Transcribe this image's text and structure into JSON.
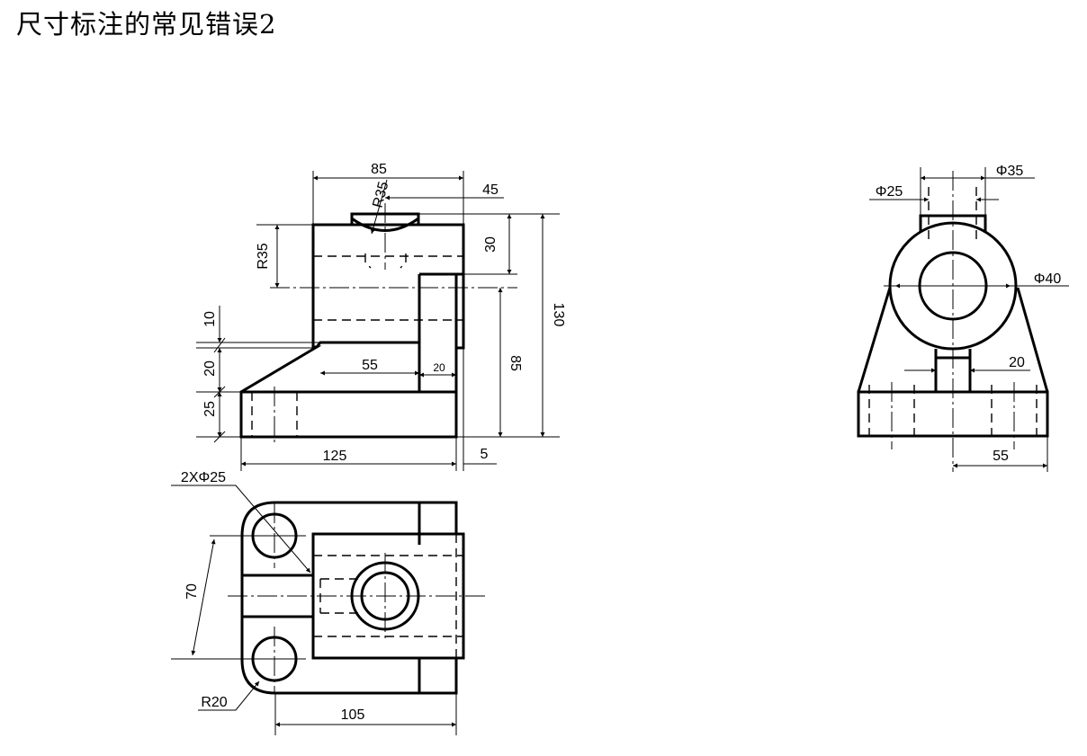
{
  "title": "尺寸标注的常见错误2",
  "front_view": {
    "d85": "85",
    "r35_top": "R35",
    "d45": "45",
    "d30": "30",
    "d130": "130",
    "r35_left": "R35",
    "d10": "10",
    "d20_left": "20",
    "d25": "25",
    "d55": "55",
    "d20_small": "20",
    "d85_right": "85",
    "d125": "125",
    "d5": "5"
  },
  "side_view": {
    "phi35": "Φ35",
    "phi25": "Φ25",
    "phi40": "Φ40",
    "d20": "20",
    "d55": "55"
  },
  "top_view": {
    "holes": "2XΦ25",
    "d70": "70",
    "r20": "R20",
    "d105": "105"
  }
}
